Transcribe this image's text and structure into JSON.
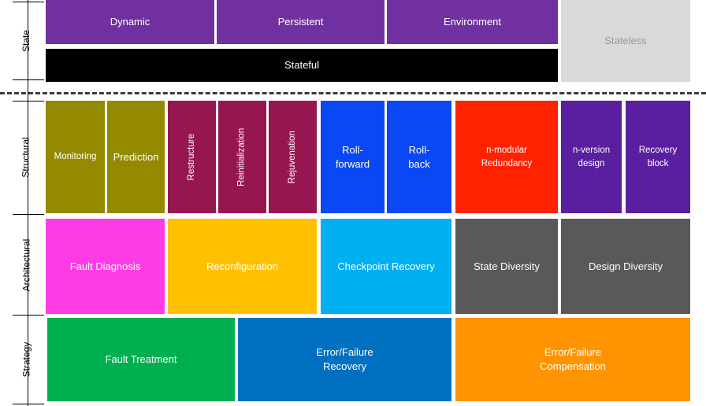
{
  "axis": {
    "state": "State",
    "structural": "Structural",
    "architectural": "Architectural",
    "strategy": "Strategy"
  },
  "state": {
    "dynamic": "Dynamic",
    "persistent": "Persistent",
    "environment": "Environment",
    "stateful": "Stateful",
    "stateless": "Stateless"
  },
  "structural": {
    "monitoring": "Monitoring",
    "prediction": "Prediction",
    "restructure": "Restructure",
    "reinitialization": "Reinitialization",
    "rejuvenation": "Rejuvenation",
    "roll_forward": "Roll-\nforward",
    "roll_back": "Roll-\nback",
    "n_modular": "n-modular\nRedundancy",
    "n_version": "n-version\ndesign",
    "recovery_block": "Recovery\nblock"
  },
  "architectural": {
    "fault_diagnosis": "Fault Diagnosis",
    "reconfiguration": "Reconfiguration",
    "checkpoint_recovery": "Checkpoint Recovery",
    "state_diversity": "State Diversity",
    "design_diversity": "Design Diversity"
  },
  "strategy": {
    "fault_treatment": "Fault Treatment",
    "error_failure_recovery": "Error/Failure\nRecovery",
    "error_failure_compensation": "Error/Failure\nCompensation"
  },
  "colors": {
    "purple": "#7030a0",
    "black": "#000000",
    "light_gray": "#d9d9d9",
    "olive": "#948a00",
    "maroon": "#96174f",
    "blue": "#0a48f5",
    "red": "#ff2200",
    "indigo": "#5a1f9e",
    "magenta": "#ff3be6",
    "amber": "#ffc000",
    "sky": "#00b0f0",
    "gray": "#595959",
    "green": "#00b050",
    "dark_blue": "#0070c0",
    "orange": "#ff9400"
  }
}
